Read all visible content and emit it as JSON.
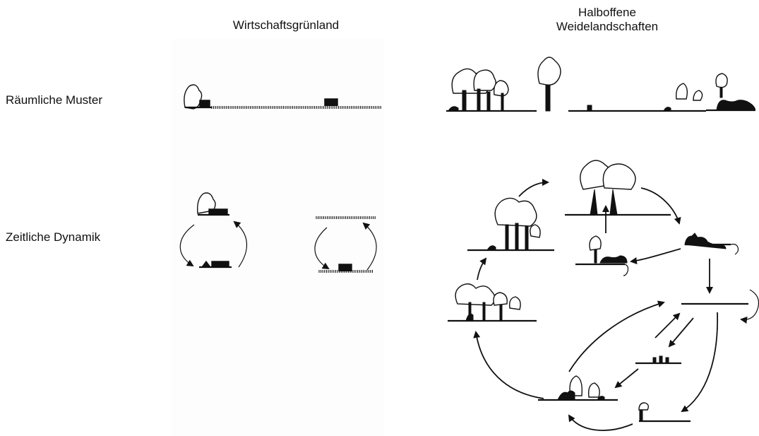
{
  "columns": {
    "grassland": "Wirtschaftsgrünland",
    "pasture_line1": "Halboffene",
    "pasture_line2": "Weidelandschaften"
  },
  "rows": {
    "spatial": "Räumliche Muster",
    "temporal": "Zeitliche Dynamik"
  },
  "colors": {
    "ink": "#111111",
    "panel_background": "#fdfdfd"
  }
}
